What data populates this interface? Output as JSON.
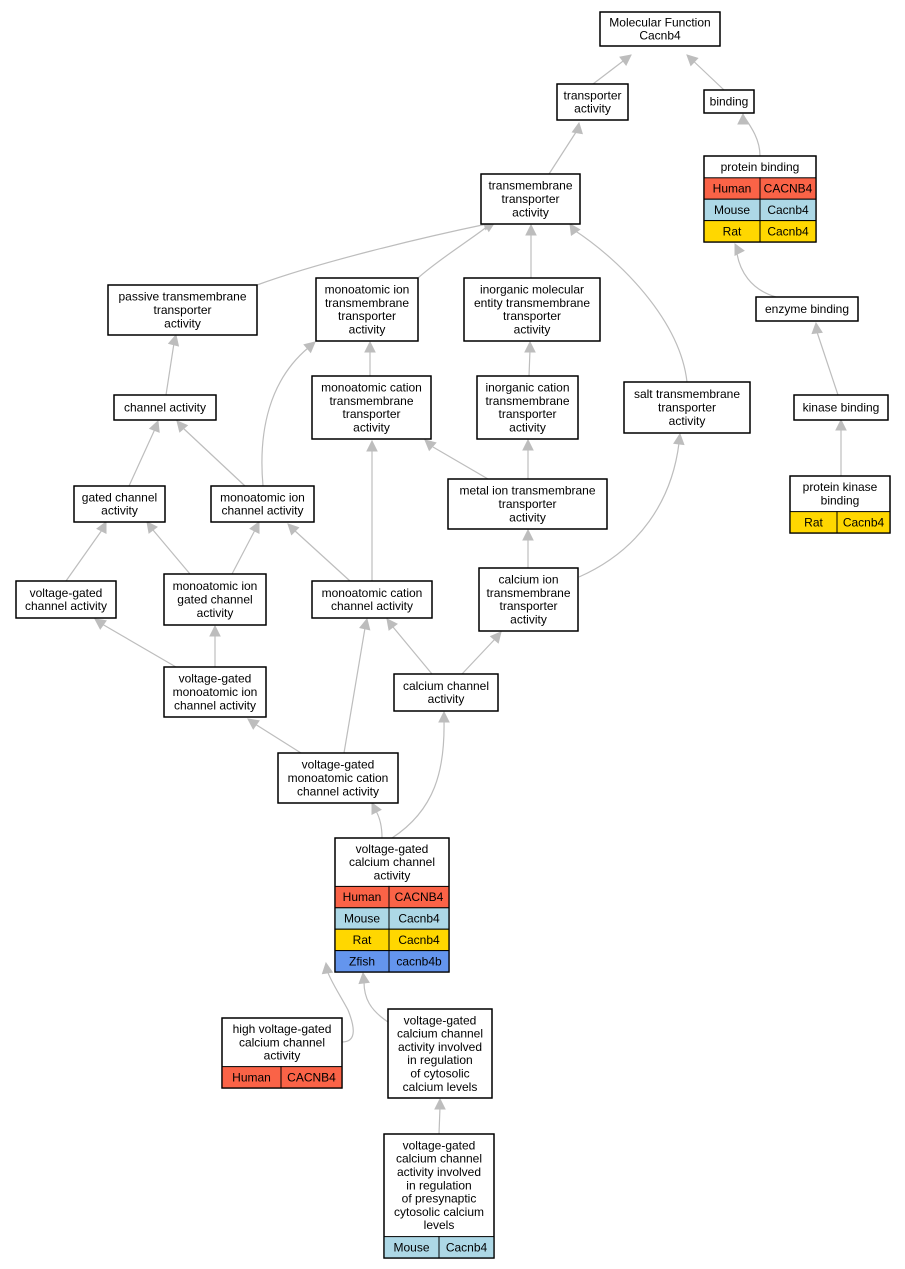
{
  "species_colors": {
    "Human": "#fa6347",
    "Mouse": "#add8e6",
    "Rat": "#ffd700",
    "Zfish": "#6495ed"
  },
  "nodes": [
    {
      "id": "mf",
      "lines": [
        "Molecular Function",
        "Cacnb4"
      ]
    },
    {
      "id": "transporter",
      "lines": [
        "transporter",
        "activity"
      ]
    },
    {
      "id": "binding",
      "lines": [
        "binding"
      ]
    },
    {
      "id": "protein_binding",
      "lines": [
        "protein binding"
      ],
      "rows": [
        {
          "species": "Human",
          "gene": "CACNB4"
        },
        {
          "species": "Mouse",
          "gene": "Cacnb4"
        },
        {
          "species": "Rat",
          "gene": "Cacnb4"
        }
      ]
    },
    {
      "id": "tm_transporter",
      "lines": [
        "transmembrane",
        "transporter",
        "activity"
      ]
    },
    {
      "id": "enzyme_binding",
      "lines": [
        "enzyme binding"
      ]
    },
    {
      "id": "passive_tm",
      "lines": [
        "passive transmembrane",
        "transporter",
        "activity"
      ]
    },
    {
      "id": "mono_ion_tm",
      "lines": [
        "monoatomic ion",
        "transmembrane",
        "transporter",
        "activity"
      ]
    },
    {
      "id": "inorg_mol_tm",
      "lines": [
        "inorganic molecular",
        "entity transmembrane",
        "transporter",
        "activity"
      ]
    },
    {
      "id": "kinase_binding",
      "lines": [
        "kinase binding"
      ]
    },
    {
      "id": "channel",
      "lines": [
        "channel activity"
      ]
    },
    {
      "id": "mono_cation_tm",
      "lines": [
        "monoatomic cation",
        "transmembrane",
        "transporter",
        "activity"
      ]
    },
    {
      "id": "inorg_cation_tm",
      "lines": [
        "inorganic cation",
        "transmembrane",
        "transporter",
        "activity"
      ]
    },
    {
      "id": "salt_tm",
      "lines": [
        "salt transmembrane",
        "transporter",
        "activity"
      ]
    },
    {
      "id": "protein_kinase_binding",
      "lines": [
        "protein kinase",
        "binding"
      ],
      "rows": [
        {
          "species": "Rat",
          "gene": "Cacnb4"
        }
      ]
    },
    {
      "id": "gated_channel",
      "lines": [
        "gated channel",
        "activity"
      ]
    },
    {
      "id": "mono_ion_channel",
      "lines": [
        "monoatomic ion",
        "channel activity"
      ]
    },
    {
      "id": "metal_ion_tm",
      "lines": [
        "metal ion transmembrane",
        "transporter",
        "activity"
      ]
    },
    {
      "id": "vg_channel",
      "lines": [
        "voltage-gated",
        "channel activity"
      ]
    },
    {
      "id": "mono_ion_gated",
      "lines": [
        "monoatomic ion",
        "gated channel",
        "activity"
      ]
    },
    {
      "id": "mono_cation_channel",
      "lines": [
        "monoatomic cation",
        "channel activity"
      ]
    },
    {
      "id": "calcium_ion_tm",
      "lines": [
        "calcium ion",
        "transmembrane",
        "transporter",
        "activity"
      ]
    },
    {
      "id": "vg_mono_ion",
      "lines": [
        "voltage-gated",
        "monoatomic ion",
        "channel activity"
      ]
    },
    {
      "id": "calcium_channel",
      "lines": [
        "calcium channel",
        "activity"
      ]
    },
    {
      "id": "vg_mono_cation",
      "lines": [
        "voltage-gated",
        "monoatomic cation",
        "channel activity"
      ]
    },
    {
      "id": "vg_calcium",
      "lines": [
        "voltage-gated",
        "calcium channel",
        "activity"
      ],
      "rows": [
        {
          "species": "Human",
          "gene": "CACNB4"
        },
        {
          "species": "Mouse",
          "gene": "Cacnb4"
        },
        {
          "species": "Rat",
          "gene": "Cacnb4"
        },
        {
          "species": "Zfish",
          "gene": "cacnb4b"
        }
      ]
    },
    {
      "id": "high_vg_calcium",
      "lines": [
        "high voltage-gated",
        "calcium channel",
        "activity"
      ],
      "rows": [
        {
          "species": "Human",
          "gene": "CACNB4"
        }
      ]
    },
    {
      "id": "vg_calcium_cytosolic",
      "lines": [
        "voltage-gated",
        "calcium channel",
        "activity involved",
        "in regulation",
        "of cytosolic",
        "calcium levels"
      ]
    },
    {
      "id": "vg_calcium_presynaptic",
      "lines": [
        "voltage-gated",
        "calcium channel",
        "activity involved",
        "in regulation",
        "of presynaptic",
        "cytosolic calcium",
        "levels"
      ],
      "rows": [
        {
          "species": "Mouse",
          "gene": "Cacnb4"
        }
      ]
    }
  ]
}
